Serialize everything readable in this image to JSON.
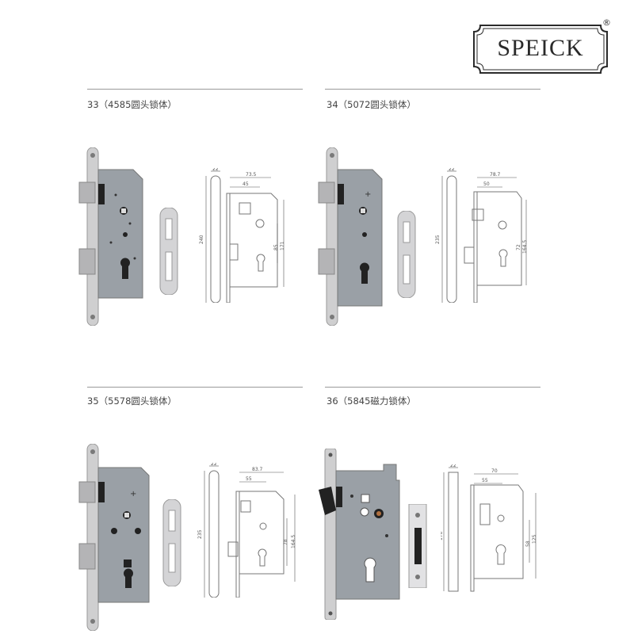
{
  "brand": {
    "name": "SPEICK",
    "registered": "®"
  },
  "sections": [
    {
      "title": "33（4585圆头锁体）",
      "dims": {
        "a": "22",
        "b": "73.5",
        "c": "45",
        "h": "240",
        "d1": "85",
        "d2": "171"
      }
    },
    {
      "title": "34（5072圆头锁体）",
      "dims": {
        "a": "22",
        "b": "78.7",
        "c": "50",
        "h": "235",
        "d1": "72",
        "d2": "164.5"
      }
    },
    {
      "title": "35（5578圆头锁体）",
      "dims": {
        "a": "22",
        "b": "83.7",
        "c": "55",
        "h": "235",
        "d1": "78",
        "d2": "164.5"
      }
    },
    {
      "title": "36（5845磁力锁体）",
      "dims": {
        "a": "22",
        "b": "70",
        "c": "55",
        "h": "170",
        "d1": "58",
        "d2": "125"
      }
    }
  ]
}
